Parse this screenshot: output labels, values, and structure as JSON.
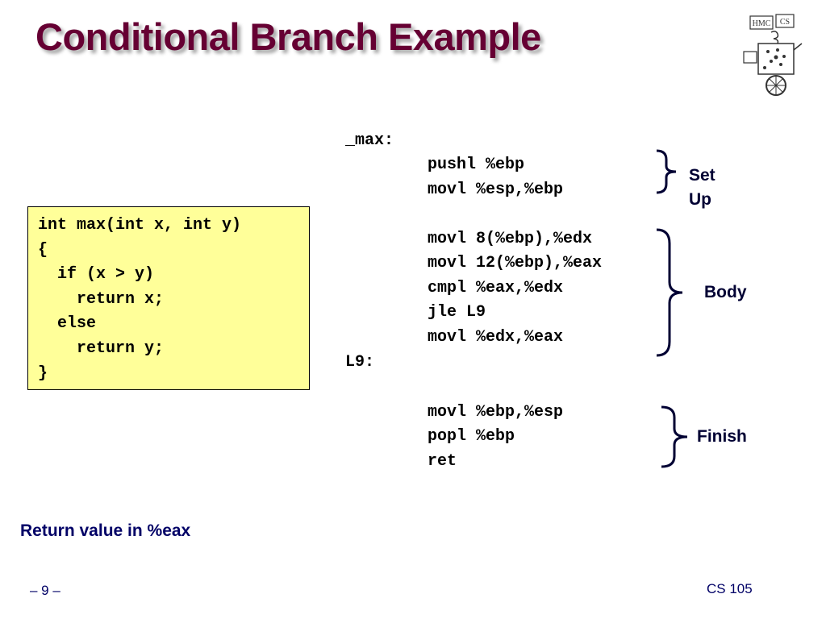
{
  "title": "Conditional Branch Example",
  "logo": {
    "text_left": "HMC",
    "text_right": "CS"
  },
  "c_code": [
    "int max(int x, int y)",
    "{",
    "  if (x > y)",
    "    return x;",
    "  else",
    "    return y;",
    "}"
  ],
  "asm": {
    "max_label": "_max:",
    "l9_label": "L9:",
    "setup": [
      "pushl %ebp",
      "movl %esp,%ebp"
    ],
    "body": [
      "movl 8(%ebp),%edx",
      "movl 12(%ebp),%eax",
      "cmpl %eax,%edx",
      "jle L9",
      "movl %edx,%eax"
    ],
    "finish": [
      "movl %ebp,%esp",
      "popl %ebp",
      "ret"
    ]
  },
  "annotations": {
    "setup_line1": "Set",
    "setup_line2": "Up",
    "body": "Body",
    "finish": "Finish"
  },
  "note": "Return value in %eax",
  "footer": {
    "page": "– 9 –",
    "course": "CS 105"
  }
}
